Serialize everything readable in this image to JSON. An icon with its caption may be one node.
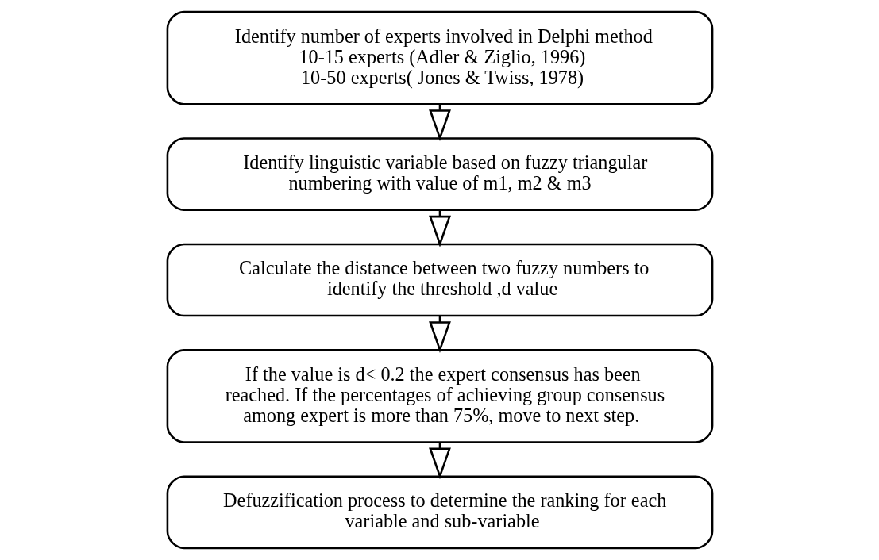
{
  "diagram": {
    "nodes": [
      {
        "text": [
          "Identify number of experts involved in Delphi method",
          "10-15 experts (Adler & Ziglio, 1996)",
          "10-50 experts( Jones & Twiss, 1978)"
        ]
      },
      {
        "text": [
          "Identify linguistic variable based on fuzzy triangular numbering with value of m1, m2 & m3"
        ]
      },
      {
        "text": [
          "Calculate the distance between two fuzzy numbers to identify the threshold ,d value"
        ]
      },
      {
        "text": [
          "If the value is d< 0.2 the expert consensus has been reached. If the percentages of achieving group consensus among expert is more than 75%, move to next step."
        ]
      },
      {
        "text": [
          "Defuzzification process to determine the ranking for each variable and sub-variable"
        ]
      }
    ],
    "edges": [
      {
        "from": 0,
        "to": 1,
        "arrow": "to"
      },
      {
        "from": 1,
        "to": 2,
        "arrow": "to"
      },
      {
        "from": 2,
        "to": 3,
        "arrow": "to"
      },
      {
        "from": 3,
        "to": 4,
        "arrow": "to"
      }
    ]
  }
}
